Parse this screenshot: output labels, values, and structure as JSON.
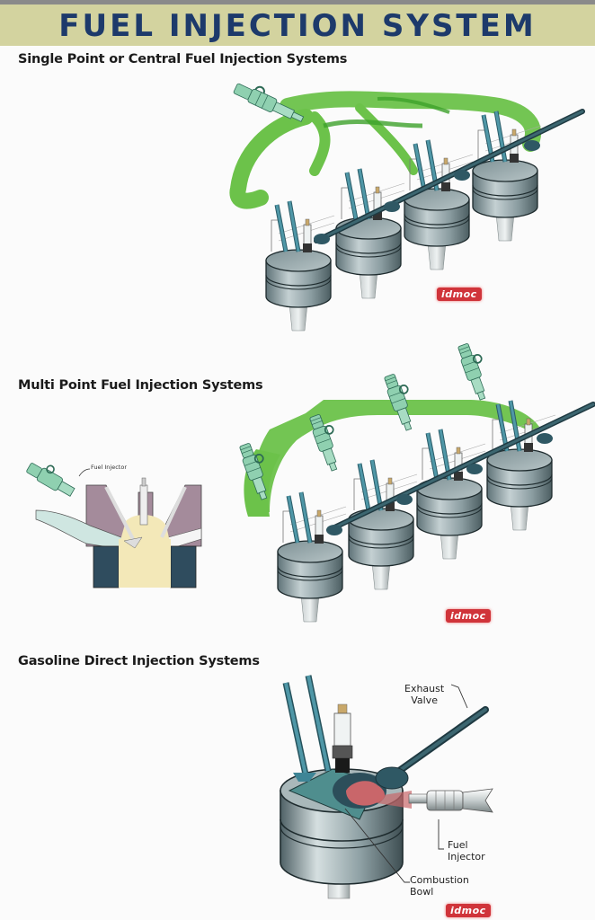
{
  "banner": {
    "title": "FUEL INJECTION SYSTEM",
    "background_color": "#d3d39f",
    "title_color": "#1d3a6b"
  },
  "sections": [
    {
      "title": "Single Point or Central Fuel Injection Systems",
      "logo": "idmoc",
      "cylinders": 4,
      "injectors": 1
    },
    {
      "title": "Multi Point Fuel Injection Systems",
      "logo": "idmoc",
      "cylinders": 4,
      "injectors": 4,
      "inset_label": "Fuel Injector"
    },
    {
      "title": "Gasoline Direct Injection Systems",
      "logo": "idmoc",
      "labels": {
        "exhaust_valve": "Exhaust Valve",
        "exhaust_line1": "Exhaust",
        "exhaust_line2": "Valve",
        "fuel_line1": "Fuel",
        "fuel_line2": "Injector",
        "bowl_line1": "Combustion",
        "bowl_line2": "Bowl"
      }
    }
  ],
  "colors": {
    "fuel_green": "#6cc24a",
    "injector_teal": "#8fd0b0",
    "piston_gray": "#8a9ca0",
    "valve_teal": "#3e8596",
    "logo_red": "#d0343a"
  }
}
